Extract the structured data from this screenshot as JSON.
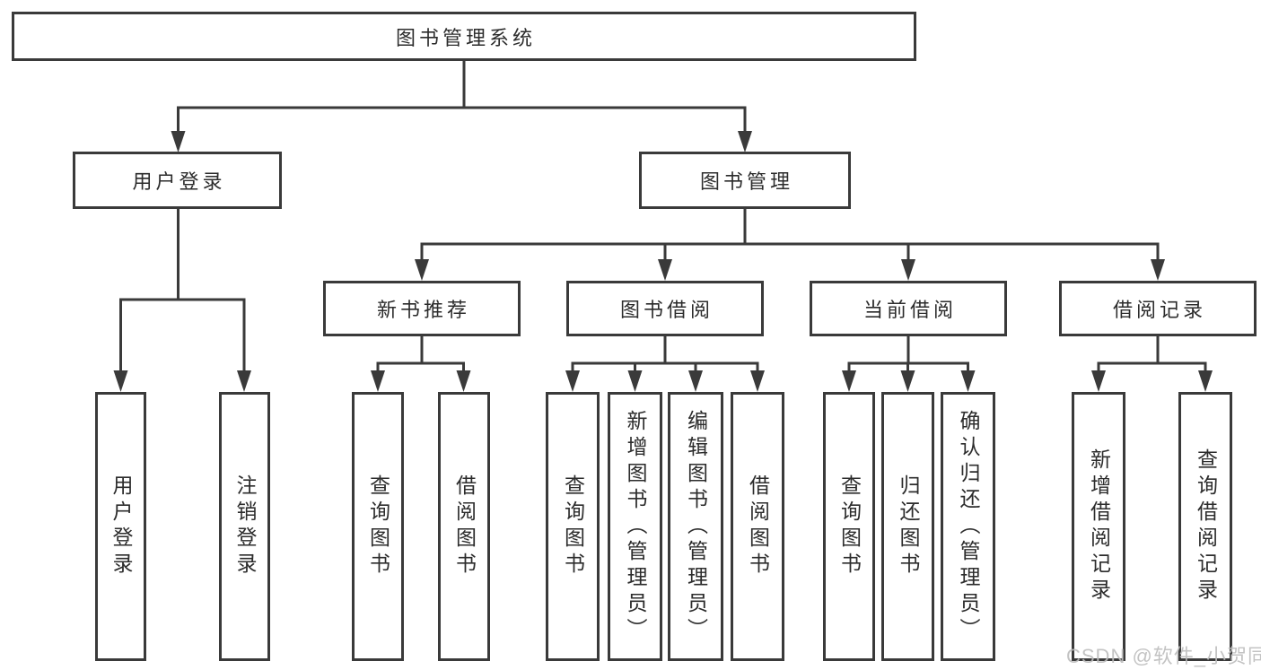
{
  "diagram": {
    "root": {
      "label": "图书管理系统"
    },
    "level2": [
      {
        "label": "用户登录"
      },
      {
        "label": "图书管理"
      }
    ],
    "level3": [
      {
        "label": "新书推荐"
      },
      {
        "label": "图书借阅"
      },
      {
        "label": "当前借阅"
      },
      {
        "label": "借阅记录"
      }
    ],
    "leaves": {
      "user_login": [
        {
          "label": "用户登录"
        },
        {
          "label": "注销登录"
        }
      ],
      "new_books": [
        {
          "label": "查询图书"
        },
        {
          "label": "借阅图书"
        }
      ],
      "book_borrow": [
        {
          "label": "查询图书"
        },
        {
          "label": "新增图书（管理员）"
        },
        {
          "label": "编辑图书（管理员）"
        },
        {
          "label": "借阅图书"
        }
      ],
      "current_borrow": [
        {
          "label": "查询图书"
        },
        {
          "label": "归还图书"
        },
        {
          "label": "确认归还（管理员）"
        }
      ],
      "borrow_records": [
        {
          "label": "新增借阅记录"
        },
        {
          "label": "查询借阅记录"
        }
      ]
    }
  },
  "watermark": {
    "text": "CSDN @软件_小贺同学"
  },
  "colors": {
    "line": "#3a3a3a",
    "text": "#2c2c2c",
    "watermark": "#bdbdbd",
    "background": "#ffffff"
  }
}
